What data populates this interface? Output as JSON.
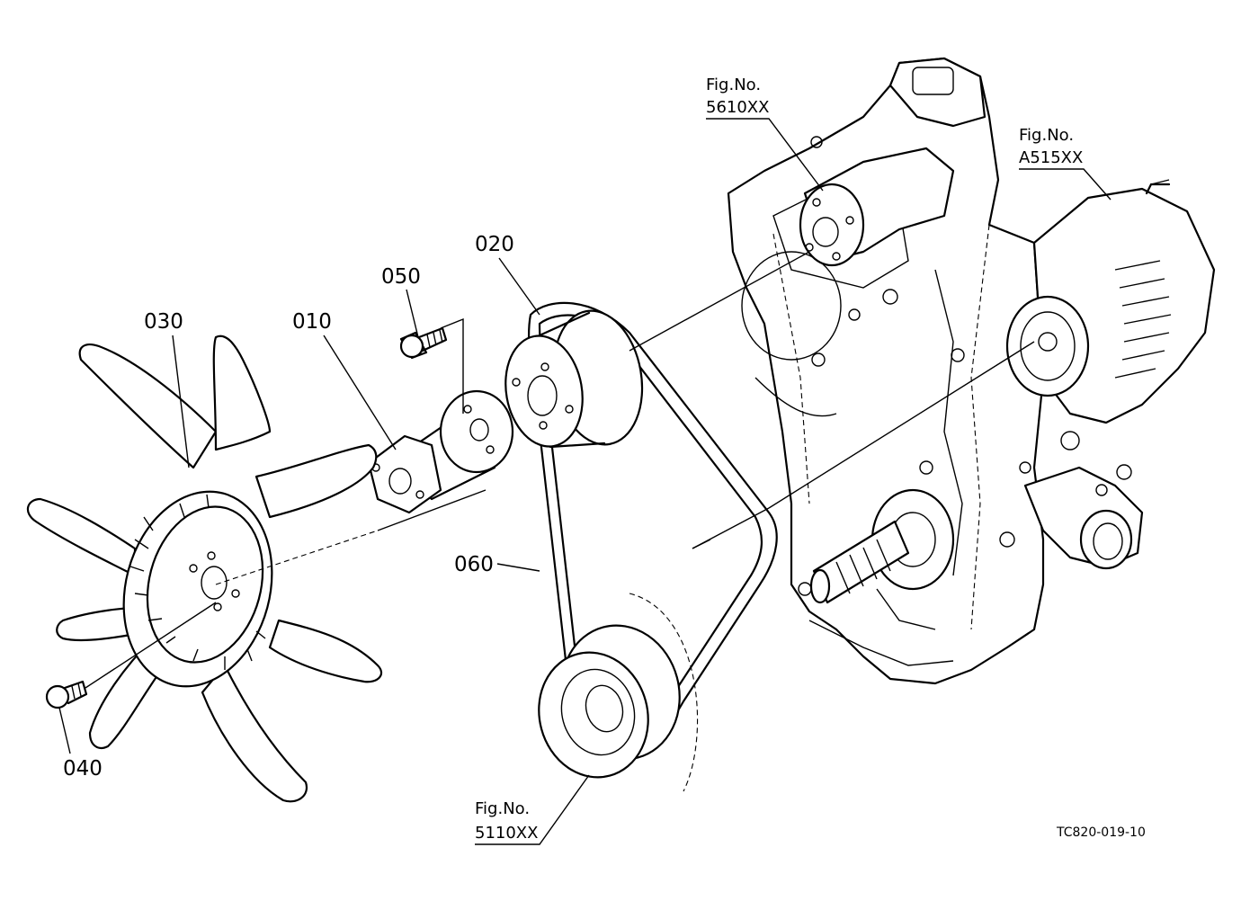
{
  "parts": [
    {
      "id": "010",
      "label": "010"
    },
    {
      "id": "020",
      "label": "020"
    },
    {
      "id": "030",
      "label": "030"
    },
    {
      "id": "040",
      "label": "040"
    },
    {
      "id": "050",
      "label": "050"
    },
    {
      "id": "060",
      "label": "060"
    }
  ],
  "figure_refs": [
    {
      "line1": "Fig.No.",
      "line2": "5610XX"
    },
    {
      "line1": "Fig.No.",
      "line2": "A515XX"
    },
    {
      "line1": "Fig.No.",
      "line2": "5110XX"
    }
  ],
  "drawing_code": "TC820-019-10"
}
